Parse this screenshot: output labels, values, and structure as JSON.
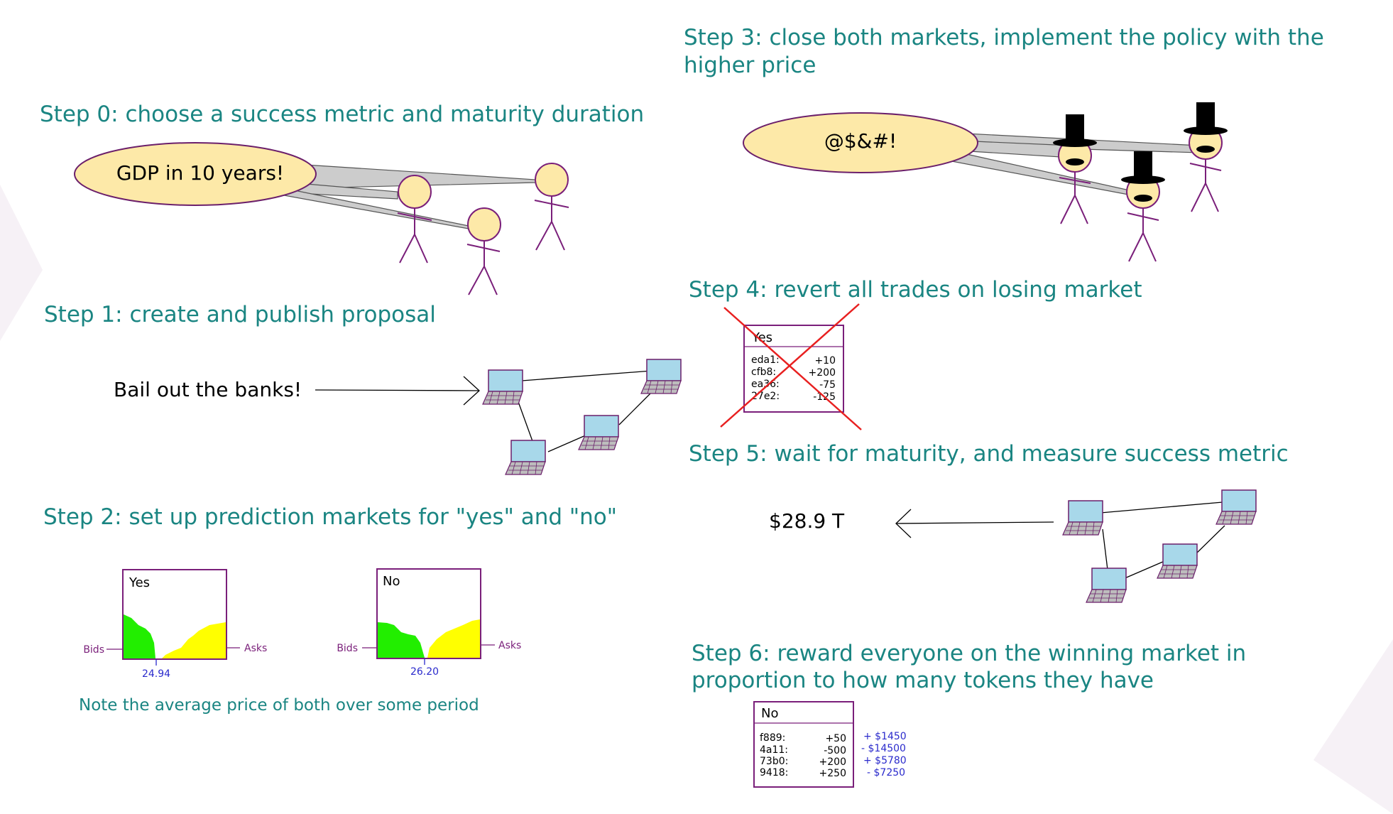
{
  "steps": {
    "step0": "Step 0: choose a success metric and maturity duration",
    "step1": "Step 1: create and publish proposal",
    "step2": "Step 2: set up prediction markets for \"yes\" and \"no\"",
    "step3_line1": "Step 3: close both markets, implement the policy with the",
    "step3_line2": "higher price",
    "step4": "Step 4: revert all trades on losing market",
    "step5": "Step 5: wait for maturity, and measure success metric",
    "step6_line1": "Step 6: reward everyone on the winning market in",
    "step6_line2": "proportion to how many tokens they have"
  },
  "bubbles": {
    "metric": "GDP in 10 years!",
    "curse": "@$&#!"
  },
  "proposal_text": "Bail out the banks!",
  "measured_value": "$28.9 T",
  "markets": {
    "yes": {
      "title": "Yes",
      "bids_label": "Bids",
      "asks_label": "Asks",
      "price": "24.94"
    },
    "no": {
      "title": "No",
      "bids_label": "Bids",
      "asks_label": "Asks",
      "price": "26.20"
    }
  },
  "note": "Note the average price of both over some period",
  "reverted_market": {
    "title": "Yes",
    "rows": [
      {
        "id": "eda1:",
        "amount": "+10"
      },
      {
        "id": "cfb8:",
        "amount": "+200"
      },
      {
        "id": "ea36:",
        "amount": "-75"
      },
      {
        "id": "27e2:",
        "amount": "-125"
      }
    ]
  },
  "winning_market": {
    "title": "No",
    "rows": [
      {
        "id": "f889:",
        "amount": "+50",
        "reward": "+ $1450"
      },
      {
        "id": "4a11:",
        "amount": "-500",
        "reward": "- $14500"
      },
      {
        "id": "73b0:",
        "amount": "+200",
        "reward": "+ $5780"
      },
      {
        "id": "9418:",
        "amount": "+250",
        "reward": "- $7250"
      }
    ]
  },
  "colors": {
    "heading": "#1a8582",
    "bids": "#22ee00",
    "asks": "#ffff00",
    "cross": "#e82020",
    "price_label": "#2a2acc"
  }
}
